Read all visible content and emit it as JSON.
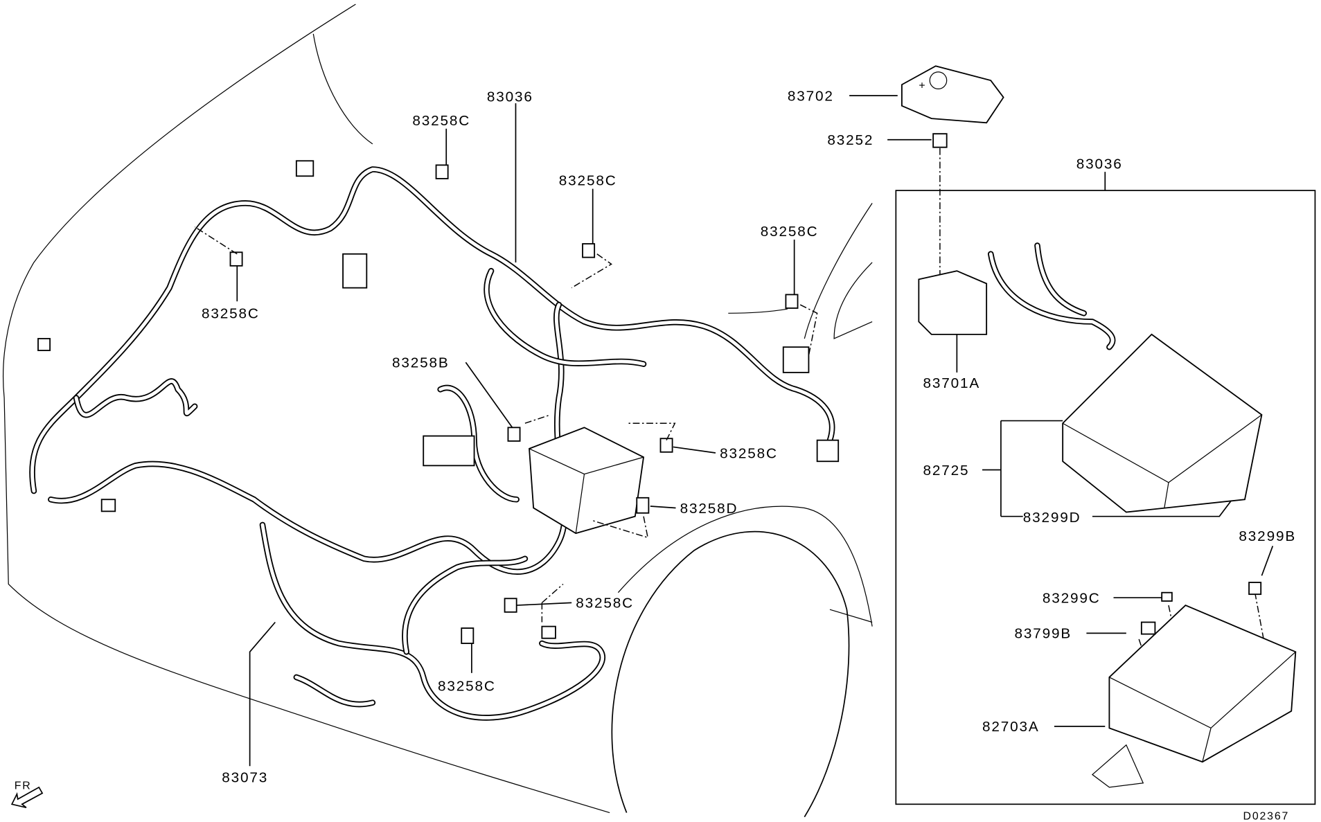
{
  "diagram_id": "D02367",
  "direction_indicator": "FR",
  "parts": {
    "harness_main": "83036",
    "harness_inset": "83036",
    "harness_lower": "83073",
    "bolt_c1": "83258C",
    "bolt_c2": "83258C",
    "bolt_c3": "83258C",
    "bolt_c4": "83258C",
    "bolt_c5": "83258C",
    "bolt_c6": "83258C",
    "bolt_c7": "83258C",
    "bolt_b": "83258B",
    "bolt_d": "83258D",
    "terminal_cover": "83702",
    "nut": "83252",
    "fusible_link": "83701A",
    "relay_box_cover": "82725",
    "clip_d": "83299D",
    "clip_b": "83299B",
    "clip_c": "83299C",
    "relay": "83799B",
    "relay_box": "82703A"
  }
}
